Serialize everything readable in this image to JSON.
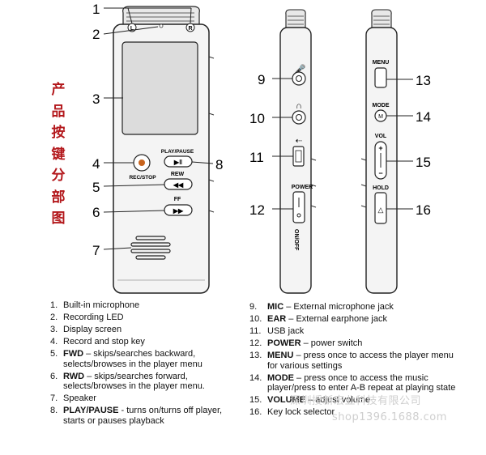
{
  "title_vertical": [
    "产",
    "品",
    "按",
    "键",
    "分",
    "部",
    "图"
  ],
  "callouts": [
    "1",
    "2",
    "3",
    "4",
    "5",
    "6",
    "7",
    "8",
    "9",
    "10",
    "11",
    "12",
    "13",
    "14",
    "15",
    "16"
  ],
  "device_front": {
    "left_led": "L",
    "right_led": "R",
    "rec_stop": "REC/STOP",
    "play_pause": "PLAY/PAUSE",
    "rew": "REW",
    "ff": "FF"
  },
  "device_left_side": {
    "power": "POWER",
    "on_off": "ON/OFF"
  },
  "device_right_side": {
    "menu": "MENU",
    "mode": "MODE",
    "vol": "VOL",
    "hold": "HOLD"
  },
  "legend_left": [
    {
      "num": "1.",
      "bold": "",
      "text": "Built-in microphone"
    },
    {
      "num": "2.",
      "bold": "",
      "text": "Recording LED"
    },
    {
      "num": "3.",
      "bold": "",
      "text": "Display screen"
    },
    {
      "num": "4.",
      "bold": "",
      "text": "Record and stop key"
    },
    {
      "num": "5.",
      "bold": "FWD",
      "text": " – skips/searches backward, selects/browses in the player menu"
    },
    {
      "num": "6.",
      "bold": "RWD",
      "text": " – skips/searches forward, selects/browses in the player menu."
    },
    {
      "num": "7.",
      "bold": "",
      "text": "Speaker"
    },
    {
      "num": "8.",
      "bold": "PLAY/PAUSE",
      "text": " - turns on/turns off player, starts or pauses playback"
    }
  ],
  "legend_right": [
    {
      "num": "9.",
      "bold": "MIC",
      "text": " – External microphone jack"
    },
    {
      "num": "10.",
      "bold": "EAR",
      "text": " – External earphone jack"
    },
    {
      "num": "11.",
      "bold": "",
      "text": "USB jack"
    },
    {
      "num": "12.",
      "bold": "POWER",
      "text": " – power switch"
    },
    {
      "num": "13.",
      "bold": "MENU",
      "text": " – press once to access the player menu for various settings"
    },
    {
      "num": "14.",
      "bold": "MODE",
      "text": " – press once to access the music player/press to enter A-B repeat at playing state"
    },
    {
      "num": "15.",
      "bold": "VOLUME",
      "text": " – adjust volume"
    },
    {
      "num": "16.",
      "bold": "",
      "text": "Key lock selector"
    }
  ],
  "watermark": {
    "cn": "深圳授新宏业科技有限公司",
    "site": "shop1396.1688.com"
  },
  "colors": {
    "accent": "#b3171b",
    "rec_dot": "#c8641e",
    "body": "#f4f4f4",
    "screen": "#dcdcdc"
  }
}
